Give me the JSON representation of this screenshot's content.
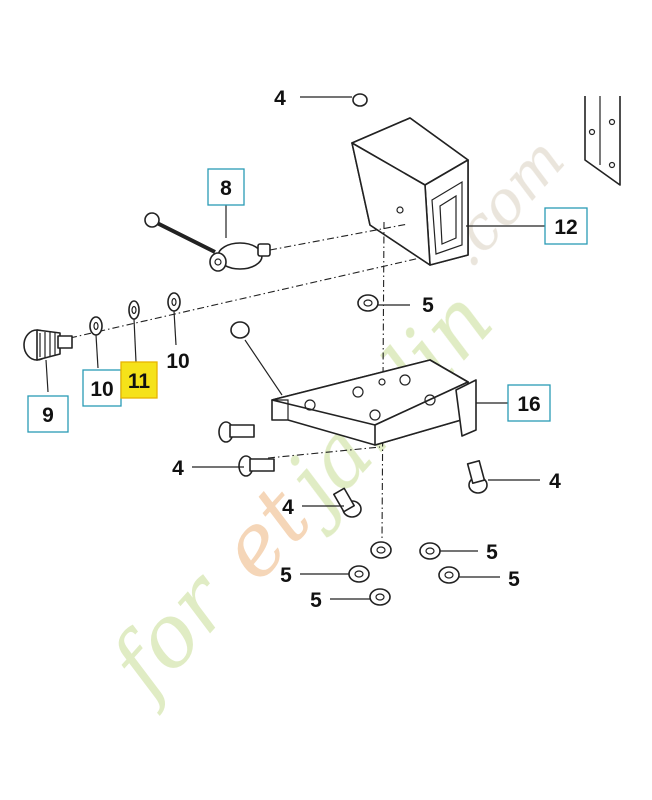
{
  "watermark": {
    "text": "foretjardin.com",
    "colors": {
      "main": "#d6e6b0",
      "accent": "#f2c9a0",
      "dot": "#e3dcd0"
    }
  },
  "callouts": {
    "c4_top": "4",
    "c8": "8",
    "c12": "12",
    "c5_upper": "5",
    "c10_right": "10",
    "c10_left": "10",
    "c11": "11",
    "c9": "9",
    "c16": "16",
    "c4_left": "4",
    "c4_right": "4",
    "c4_lower": "4",
    "c5_nut_r1": "5",
    "c5_nut_r2": "5",
    "c5_nut_l1": "5",
    "c5_nut_l2": "5"
  },
  "highlight_color": "#f5e21a",
  "box_color": "#2a9bb5"
}
